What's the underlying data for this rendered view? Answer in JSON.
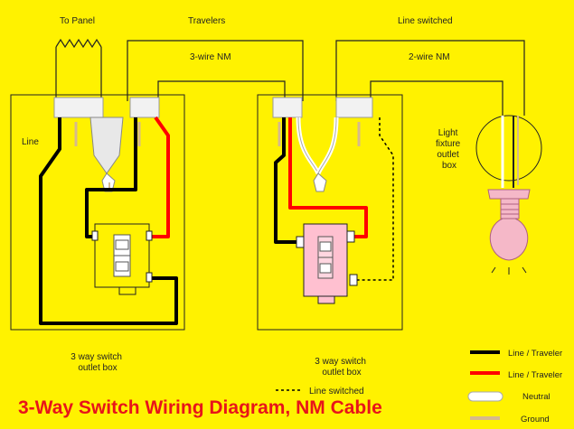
{
  "diagram": {
    "title": "3-Way Switch Wiring Diagram, NM Cable",
    "labels": {
      "to_panel": "To Panel",
      "travelers": "Travelers",
      "line_switched_top": "Line switched",
      "three_wire_nm": "3-wire NM",
      "two_wire_nm": "2-wire NM",
      "line": "Line",
      "light_fixture_box": [
        "Light",
        "fixture",
        "outlet",
        "box"
      ],
      "left_box": [
        "3 way switch",
        "outlet box"
      ],
      "middle_box": [
        "3 way switch",
        "outlet box"
      ],
      "dashed_line_switched": "Line switched"
    },
    "legend": [
      {
        "label": "Line / Traveler",
        "color": "#000000",
        "style": "solid"
      },
      {
        "label": "Line / Traveler",
        "color": "#ff0000",
        "style": "solid"
      },
      {
        "label": "Neutral",
        "color": "#ffffff",
        "style": "solid-outlined"
      },
      {
        "label": "Ground",
        "color": "#d7b98c",
        "style": "solid"
      }
    ],
    "colors": {
      "background": "#fff200",
      "hot": "#000000",
      "traveler": "#ff0000",
      "neutral": "#ffffff",
      "ground": "#d7b98c",
      "switch_body": "#fff200",
      "switch_body_pink": "#ffc0d0",
      "title": "#e8141a"
    }
  }
}
